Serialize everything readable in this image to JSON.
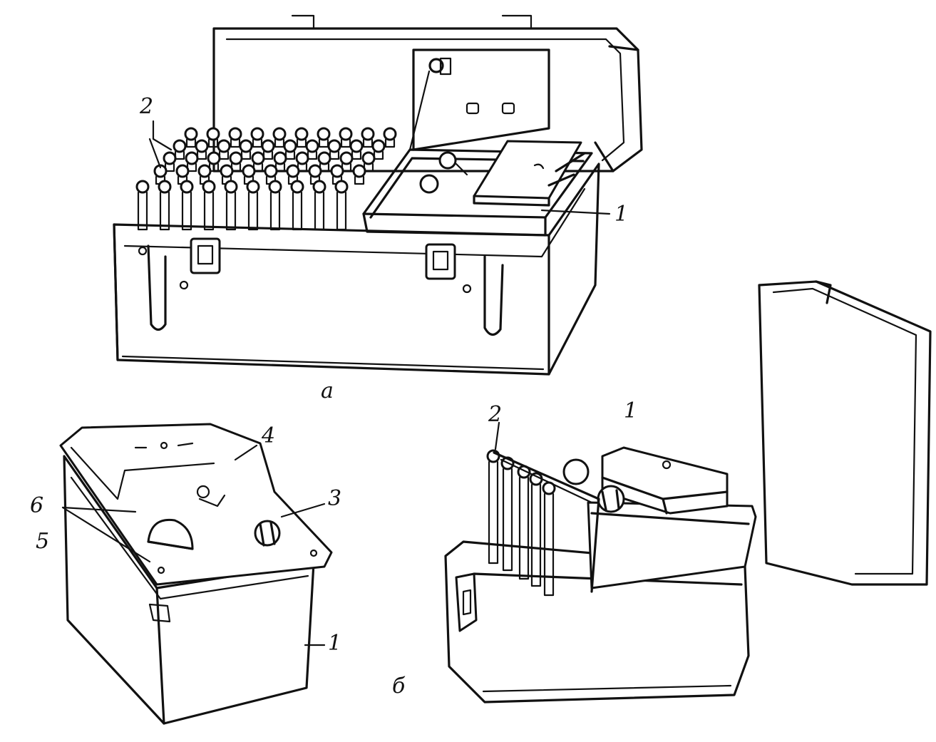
{
  "figure": {
    "panel_a": {
      "caption": "а",
      "labels": {
        "vials": "2",
        "meter": "1"
      }
    },
    "panel_b": {
      "caption": "б",
      "left_unit_labels": {
        "top_lid": "4",
        "knob_left": "6",
        "side_left": "5",
        "knob_right": "3",
        "body": "1"
      },
      "right_unit_labels": {
        "vials": "2",
        "meter": "1"
      }
    }
  },
  "colors": {
    "ink": "#111111",
    "paper": "#ffffff"
  }
}
